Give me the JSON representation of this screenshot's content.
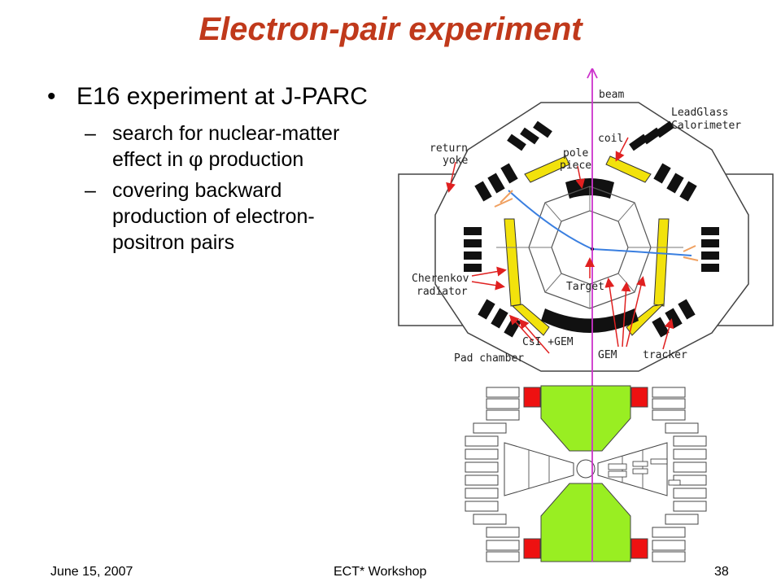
{
  "slide": {
    "title": "Electron-pair experiment",
    "bullet": "E16 experiment at J-PARC",
    "sub_1_pre": "search for nuclear-matter effect in ",
    "sub_1_symbol": "φ",
    "sub_1_post": " production",
    "sub_2": "covering backward production of electron-positron pairs"
  },
  "figure": {
    "labels": {
      "beam": "beam",
      "leadglass_1": "LeadGlass",
      "leadglass_2": "Calorimeter",
      "coil": "coil",
      "return_1": "return",
      "return_2": "yoke",
      "pole_1": "pole",
      "pole_2": "piece",
      "cherenkov_1": "Cherenkov",
      "cherenkov_2": "radiator",
      "target": "Target",
      "csi_gem": "CsI +GEM",
      "pad_chamber": "Pad chamber",
      "gem": "GEM",
      "tracker": "tracker"
    },
    "colors": {
      "yellow": "#F2E20C",
      "green": "#99EE22",
      "red": "#EE1111",
      "beam": "#CC33CC",
      "arrow": "#E02020",
      "track_blue": "#3A7FE0",
      "track_orange": "#F0A060"
    }
  },
  "footer": {
    "date": "June 15, 2007",
    "event": "ECT* Workshop",
    "page": "38"
  }
}
